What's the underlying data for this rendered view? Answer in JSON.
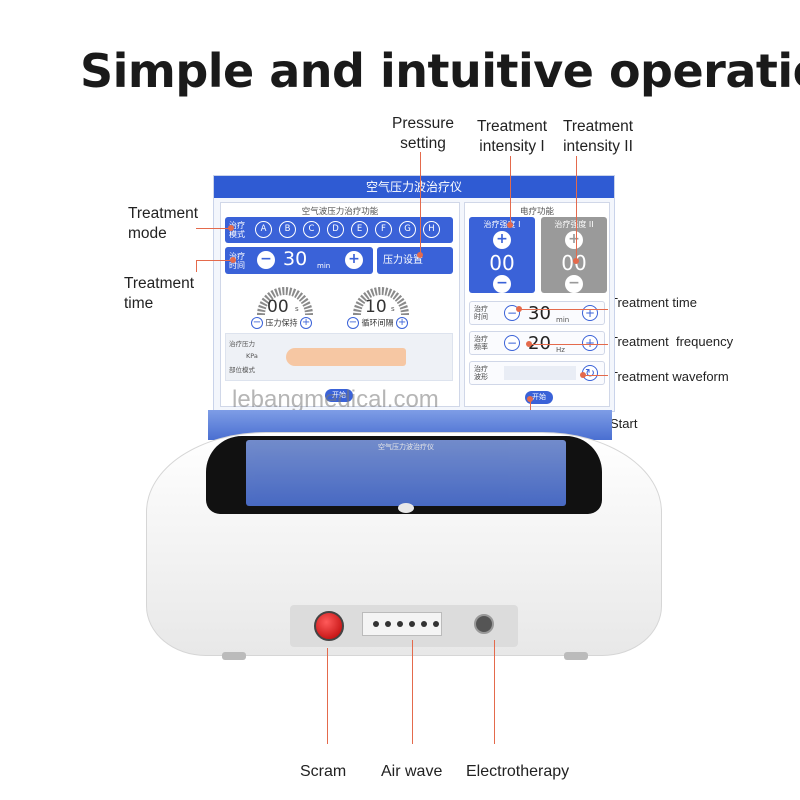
{
  "headline": "Simple and intuitive operatio",
  "callouts": {
    "pressure_setting": "Pressure setting",
    "intensity_1": "Treatment intensity I",
    "intensity_2": "Treatment intensity II",
    "treatment_mode": "Treatment mode",
    "treatment_time": "Treatment time",
    "right_time": "Treatment time",
    "right_frequency": "Treatment  frequency",
    "right_waveform": "Treatment waveform",
    "start": "Start"
  },
  "screen": {
    "title": "空气压力波治疗仪",
    "left_section_title": "空气波压力治疗功能",
    "right_section_title": "电疗功能",
    "mode_label": "治疗模式",
    "modes": [
      "A",
      "B",
      "C",
      "D",
      "E",
      "F",
      "G",
      "H"
    ],
    "time_label": "治疗时间",
    "time_value": "30",
    "time_unit": "min",
    "pressure_button": "压力设置",
    "hold_value": "00",
    "hold_unit": "s",
    "hold_label": "压力保持",
    "cycle_value": "10",
    "cycle_unit": "s",
    "cycle_label": "循环间隔",
    "limb_label_1": "治疗压力",
    "limb_label_2": "KPa",
    "limb_label_3": "部位模式",
    "left_start": "开始",
    "int1_label": "治疗强度 I",
    "int1_value": "00",
    "int2_label": "治疗强度 II",
    "int2_value": "00",
    "r_time_label": "治疗时间",
    "r_time_value": "30",
    "r_time_unit": "min",
    "r_freq_label": "治疗频率",
    "r_freq_value": "20",
    "r_freq_unit": "Hz",
    "r_wave_label": "治疗波形",
    "right_start": "开始"
  },
  "watermark": "lebangmedical.com",
  "device_lcd_title": "空气压力波治疗仪",
  "bottom_labels": {
    "scram": "Scram",
    "air_wave": "Air wave",
    "electrotherapy": "Electrotherapy"
  },
  "colors": {
    "accent": "#e46a4c",
    "screen_blue": "#3a62d8",
    "intensity_gray": "#9a9a9a",
    "arm": "#f6c7a3"
  }
}
